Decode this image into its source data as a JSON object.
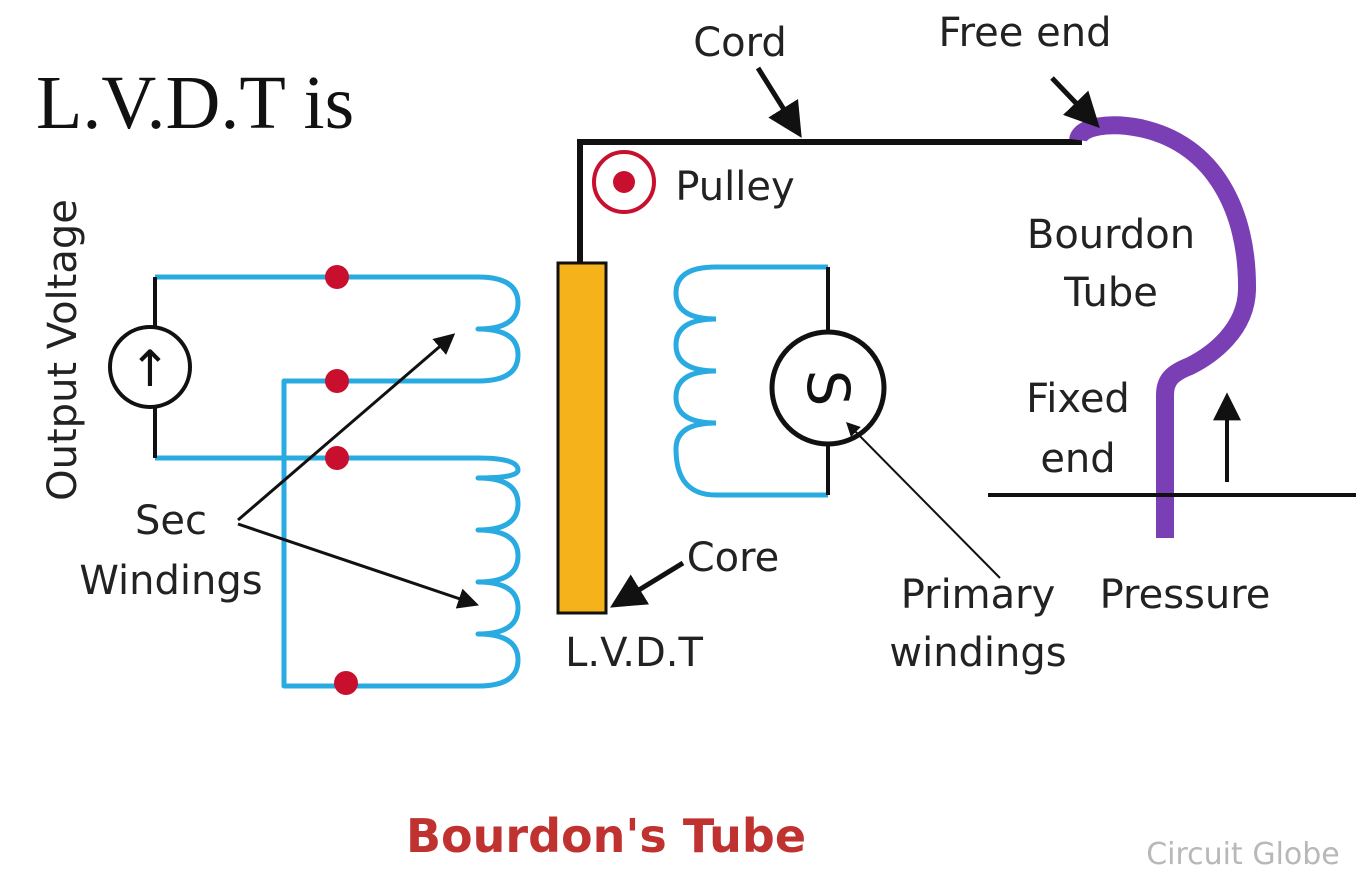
{
  "heading": "L.V.D.T  is",
  "labels": {
    "cord": "Cord",
    "free_end": "Free end",
    "pulley": "Pulley",
    "bourdon_line1": "Bourdon",
    "bourdon_line2": "Tube",
    "fixed_line1": "Fixed",
    "fixed_line2": "end",
    "output_voltage": "Output Voltage",
    "sec_line1": "Sec",
    "sec_line2": "Windings",
    "core": "Core",
    "lvdt": "L.V.D.T",
    "primary_line1": "Primary",
    "primary_line2": "windings",
    "pressure": "Pressure",
    "voltmeter_symbol": "↑",
    "source_symbol": "S"
  },
  "caption": "Bourdon's Tube",
  "credit": "Circuit Globe",
  "colors": {
    "winding": "#29abe2",
    "tube": "#7b3fb5",
    "core_fill": "#f5b21a",
    "dot": "#c8102e",
    "caption": "#c0322f",
    "credit": "#b8b8b8",
    "line": "#111111"
  }
}
